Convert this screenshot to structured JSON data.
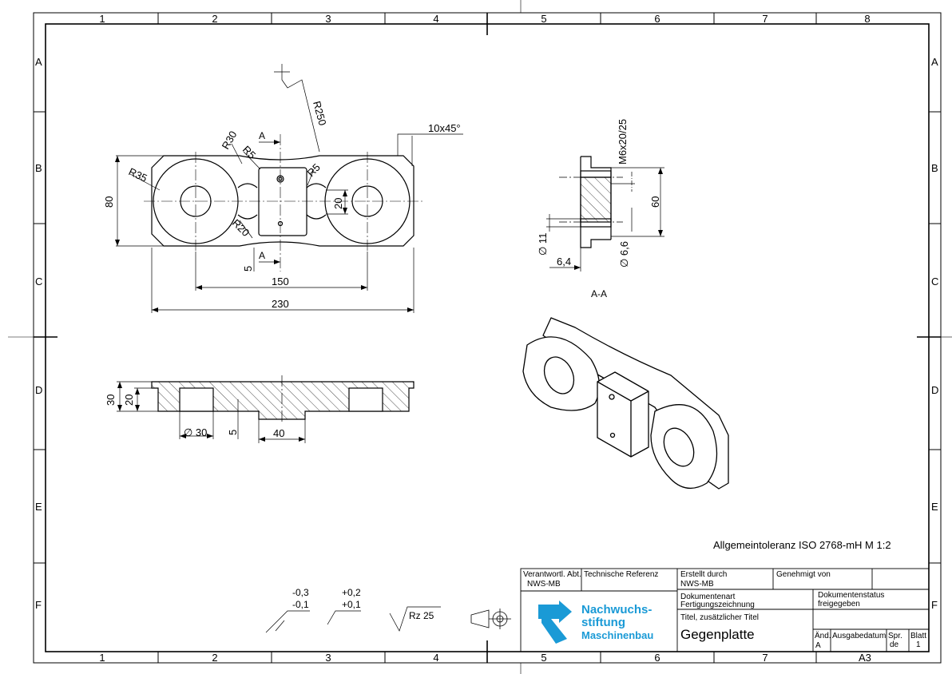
{
  "frame": {
    "columns": [
      "1",
      "2",
      "3",
      "4",
      "5",
      "6",
      "7",
      "8"
    ],
    "rows": [
      "A",
      "B",
      "C",
      "D",
      "E",
      "F"
    ]
  },
  "dims": {
    "r250": "R250",
    "chamfer": "10x45°",
    "r30": "R30",
    "r5a": "R5",
    "r5b": "R5",
    "r35": "R35",
    "r20": "R20",
    "d80": "80",
    "d20": "20",
    "d5": "5",
    "d150": "150",
    "d230": "230",
    "sec_a": "A",
    "thread": "M6x20/25",
    "d60": "60",
    "d11": "∅ 11",
    "d64": "6,4",
    "d66": "∅ 6,6",
    "section_label": "A-A",
    "side_30": "30",
    "side_20": "20",
    "side_d30": "∅ 30",
    "side_5": "5",
    "side_40": "40"
  },
  "notes": {
    "tolerance": "Allgemeintoleranz ISO 2768-mH   M 1:2",
    "tol1_upper": "-0,3",
    "tol1_lower": "-0,1",
    "tol2_upper": "+0,2",
    "tol2_lower": "+0,1",
    "roughness": "Rz  25"
  },
  "title_block": {
    "resp_dept_label": "Verantwortl. Abt.",
    "resp_dept_value": "NWS-MB",
    "tech_ref_label": "Technische Referenz",
    "created_by_label": "Erstellt durch",
    "created_by_value": "NWS-MB",
    "approved_by_label": "Genehmigt von",
    "doc_type_label": "Dokumentenart",
    "doc_type_value": "Fertigungszeichnung",
    "doc_status_label": "Dokumentenstatus",
    "doc_status_value": "freigegeben",
    "title_label": "Titel, zusätzlicher Titel",
    "title_value": "Gegenplatte",
    "change_label": "Änd.",
    "change_value": "A",
    "issue_date_label": "Ausgabedatum",
    "lang_label": "Spr.",
    "lang_value": "de",
    "sheet_label": "Blatt",
    "sheet_value": "1",
    "format": "A3",
    "logo_line1": "Nachwuchs-",
    "logo_line2": "stiftung",
    "logo_line3": "Maschinenbau",
    "logo_color": "#1a9ad6"
  }
}
